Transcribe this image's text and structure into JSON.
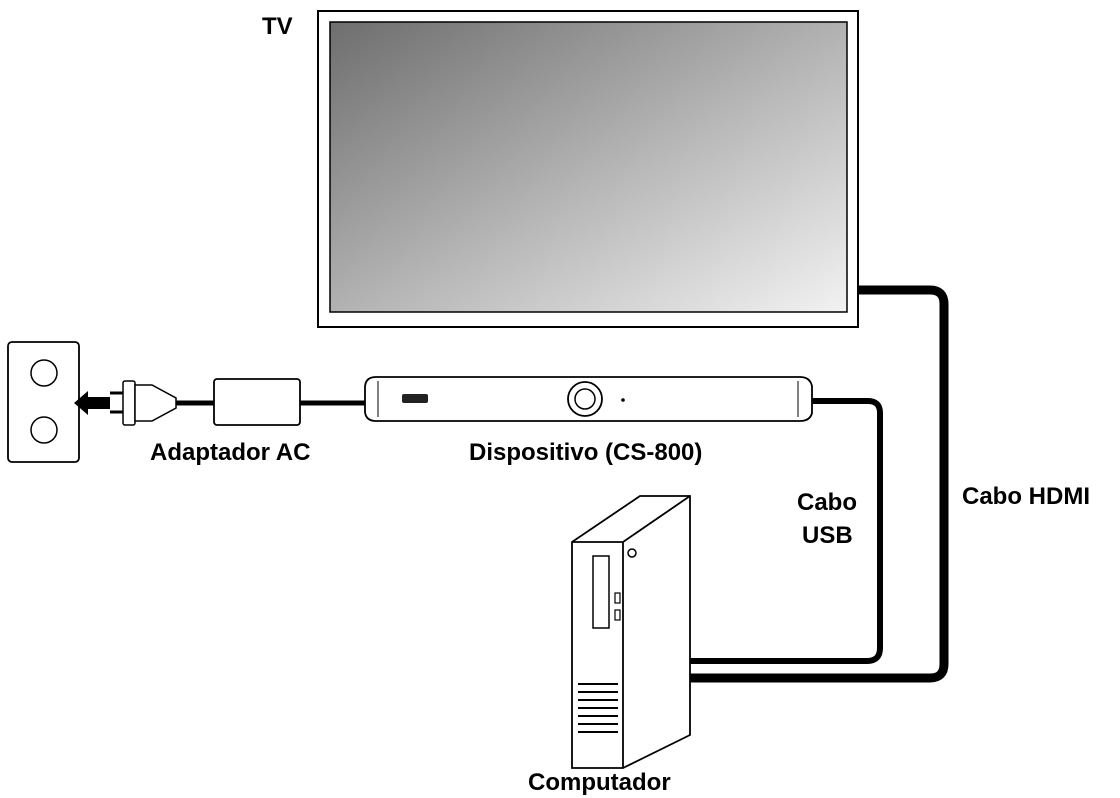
{
  "labels": {
    "tv": "TV",
    "adapter": "Adaptador AC",
    "device": "Dispositivo (CS-800)",
    "hdmi_cable": "Cabo HDMI",
    "usb_cable_line1": "Cabo",
    "usb_cable_line2": "USB",
    "computer": "Computador"
  },
  "colors": {
    "line": "#000000",
    "screen_dark": "#6e6e6e",
    "screen_light": "#f2f2f2",
    "background": "#ffffff"
  },
  "icons": [
    "wall-outlet-icon",
    "plug-arrow-icon",
    "power-plug-icon"
  ]
}
